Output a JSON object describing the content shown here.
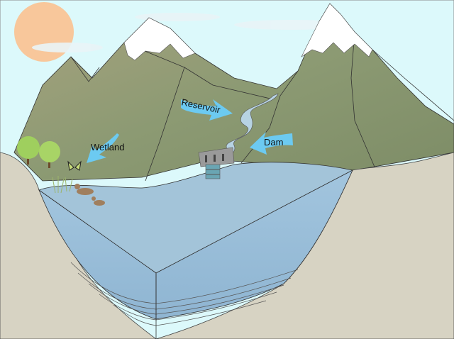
{
  "labels": {
    "reservoir": "Reservoir",
    "wetland": "Wetland",
    "dam": "Dam"
  },
  "colors": {
    "sky": "#dcf9fb",
    "sun": "#f8c79b",
    "mountain": "#8d9a72",
    "snow": "#ffffff",
    "ground": "#d7d3c3",
    "water_top": "#a3c4d9",
    "water_front": "#9dc2dc",
    "arrow": "#6ccaf1",
    "river": "#b7d3e3"
  }
}
